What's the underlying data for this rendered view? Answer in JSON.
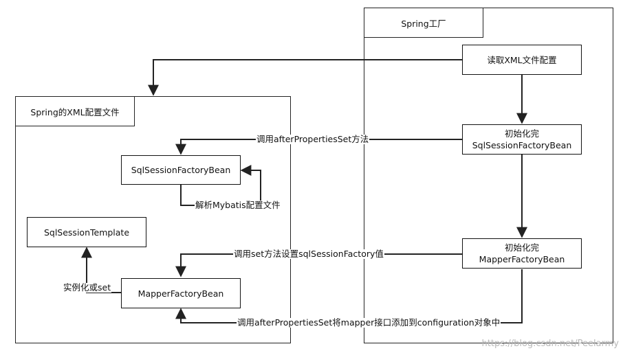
{
  "spring_factory": {
    "title": "Spring工厂",
    "read_xml": "读取XML文件配置",
    "init_sql_line1": "初始化完",
    "init_sql_line2": "SqlSessionFactoryBean",
    "init_mapper_line1": "初始化完",
    "init_mapper_line2": "MapperFactoryBean"
  },
  "xml_config": {
    "title": "Spring的XML配置文件",
    "sql_session_factory_bean": "SqlSessionFactoryBean",
    "sql_session_template": "SqlSessionTemplate",
    "mapper_factory_bean": "MapperFactoryBean"
  },
  "edges": {
    "call_after_properties_set": "调用afterPropertiesSet方法",
    "parse_mybatis": "解析Mybatis配置文件",
    "call_set_method": "调用set方法设置sqlSessionFactory值",
    "instantiate_or_set": "实例化或set",
    "call_after_properties_set_mapper": "调用afterPropertiesSet将mapper接口添加到configuration对象中"
  },
  "watermark": "https://blog.csdn.net/Peelarmy"
}
